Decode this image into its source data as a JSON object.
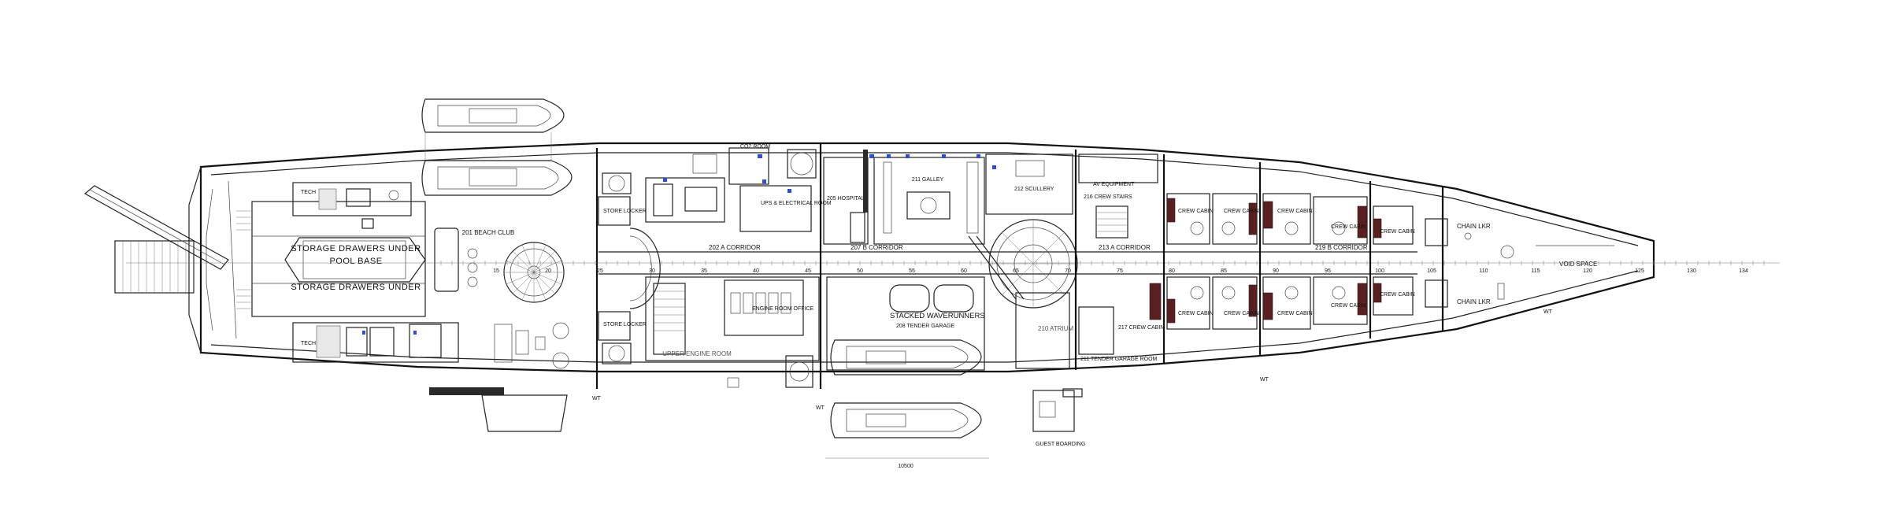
{
  "labels": {
    "storage_upper": "STORAGE DRAWERS UNDER",
    "pool_base": "POOL BASE",
    "storage_lower": "STORAGE DRAWERS UNDER",
    "tech_upper": "TECH",
    "tech_lower": "TECH",
    "beach_club": "201 BEACH CLUB",
    "store_locker_upper": "STORE LOCKER",
    "store_locker_lower": "STORE LOCKER",
    "corridor_a_aft": "202 A CORRIDOR",
    "corridor_b_aft": "207 B CORRIDOR",
    "corridor_a_fwd": "213 A CORRIDOR",
    "corridor_b_fwd": "219 B CORRIDOR",
    "co2_room": "CO2 ROOM",
    "ups_electrical": "UPS & ELECTRICAL ROOM",
    "hospital": "205 HOSPITAL",
    "galley": "211 GALLEY",
    "scullery": "212 SCULLERY",
    "crew_stairs": "216 CREW STAIRS",
    "av_equipment": "AV EQUIPMENT",
    "engine_room_office": "ENGINE ROOM OFFICE",
    "upper_engine_room": "UPPER ENGINE ROOM",
    "stacked_waverunners": "STACKED WAVERUNNERS",
    "tender_garage": "208 TENDER GARAGE",
    "atrium": "210 ATRIUM",
    "tender_garage_room": "211 TENDER GARAGE ROOM",
    "crew_cabin": "CREW CABIN",
    "crew_mess": "217 CREW CABIN",
    "chain_lkr_upper": "CHAIN LKR",
    "chain_lkr_lower": "CHAIN LKR",
    "void_space": "VOID SPACE",
    "guest_boarding": "GUEST BOARDING",
    "wt": "WT",
    "dim": "10500"
  },
  "frame_numbers": [
    "15",
    "20",
    "25",
    "30",
    "35",
    "40",
    "45",
    "50",
    "55",
    "60",
    "65",
    "70",
    "75",
    "80",
    "85",
    "90",
    "95",
    "100",
    "105",
    "110",
    "115",
    "120",
    "125",
    "130",
    "134"
  ],
  "colors": {
    "line": "#222222",
    "accent_blue": "#2a4fd8",
    "cabin_dark": "#5a2020"
  }
}
